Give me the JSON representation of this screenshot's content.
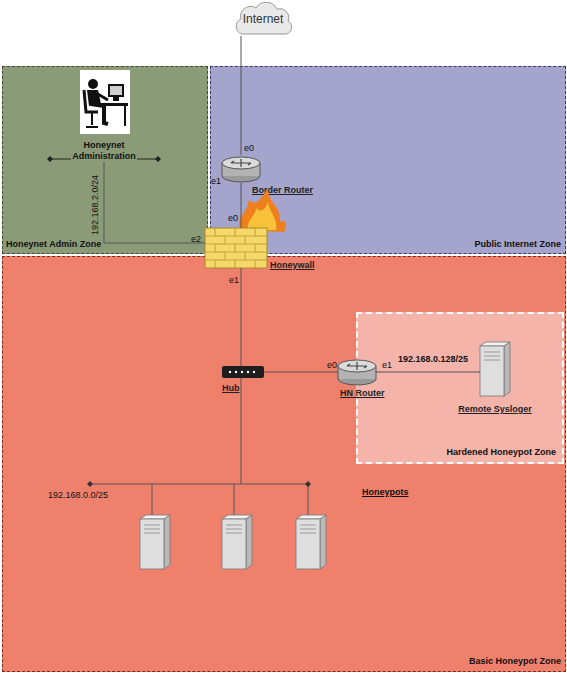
{
  "diagram": {
    "nodes": [
      {
        "text": [
          "Internet"
        ]
      },
      {
        "text": [
          "Honeynet Admin Zone"
        ]
      },
      {
        "text": [
          "Honeynet Administration"
        ],
        "in": 1
      },
      {
        "text": [
          "Public Internet Zone"
        ]
      },
      {
        "text": [
          "Border Router"
        ],
        "in": 3
      },
      {
        "text": [
          "Basic Honeypot Zone"
        ]
      },
      {
        "text": [
          "Honeywall"
        ]
      },
      {
        "text": [
          "Hub"
        ],
        "in": 5
      },
      {
        "text": [
          "Hardened Honeypot Zone"
        ],
        "in": 5
      },
      {
        "text": [
          "HN Router"
        ],
        "in": 5
      },
      {
        "text": [
          "Remote Sysloger"
        ],
        "in": 8
      }
    ],
    "edges": [
      {
        "from": 0,
        "to": 4,
        "arrow": "none"
      },
      {
        "from": 4,
        "to": 6,
        "arrow": "none"
      },
      {
        "from": 6,
        "to": 2,
        "arrow": "none"
      },
      {
        "from": 6,
        "to": 7,
        "arrow": "none"
      },
      {
        "from": 7,
        "to": 9,
        "arrow": "none"
      },
      {
        "from": 9,
        "to": 10,
        "arrow": "none"
      }
    ],
    "labels": [
      "e0",
      "192.168.2.0/24",
      "e1",
      "e0",
      "e2",
      "e1",
      "192.168.0.128/25",
      "e0",
      "e1",
      "192.168.0.0/25",
      "Honeypots"
    ]
  }
}
